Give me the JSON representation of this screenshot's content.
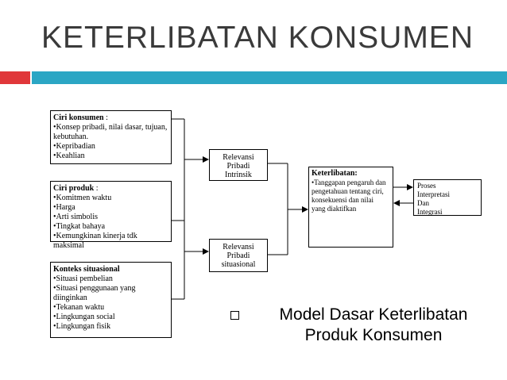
{
  "slide": {
    "title": "KETERLIBATAN KONSUMEN",
    "colors": {
      "accent_red": "#e0373a",
      "accent_blue": "#2ba6c4",
      "title_text": "#3a3a3a"
    }
  },
  "diagram": {
    "consumer": {
      "heading": "Ciri konsumen",
      "heading_suffix": " :",
      "items": [
        "•Konsep pribadi, nilai dasar, tujuan,",
        "kebutuhan.",
        "•Kepribadian",
        "•Keahlian"
      ]
    },
    "product": {
      "heading": "Ciri produk",
      "heading_suffix": " :",
      "items": [
        "•Komitmen waktu",
        "•Harga",
        "•Arti simbolis",
        "•Tingkat bahaya",
        "•Kemungkinan kinerja tdk maksimal"
      ]
    },
    "context": {
      "heading": "Konteks situasional",
      "items": [
        "•Situasi pembelian",
        "•Situasi penggunaan yang",
        "diinginkan",
        "•Tekanan waktu",
        "•Lingkungan social",
        "•Lingkungan fisik"
      ]
    },
    "intrinsic": {
      "lines": [
        "Relevansi",
        "Pribadi",
        "Intrinsik"
      ]
    },
    "situational": {
      "lines": [
        "Relevansi",
        "Pribadi",
        "situasional"
      ]
    },
    "involvement": {
      "heading": "Keterlibatan:",
      "lines": [
        "•Tanggapan pengaruh dan",
        "pengetahuan tentang ciri,",
        "konsekuensi dan  nilai",
        "yang  diaktifkan"
      ]
    },
    "process": {
      "lines": [
        "Proses",
        "Interpretasi",
        "Dan",
        "Integrasi"
      ]
    }
  },
  "caption": {
    "line1": "Model Dasar Keterlibatan",
    "line2": "Produk Konsumen"
  }
}
